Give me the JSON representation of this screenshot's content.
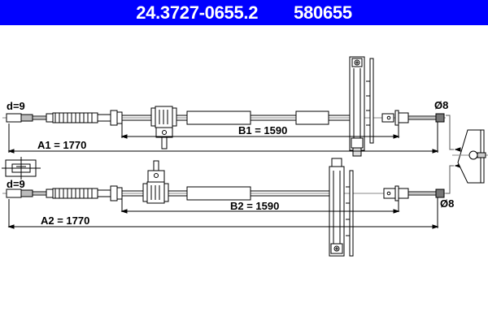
{
  "header": {
    "part_number": "24.3727-0655.2",
    "ref_number": "580655",
    "background_color": "#0000ff",
    "text_color": "#ffffff"
  },
  "cable_1": {
    "end_diameter_label": "d=9",
    "overall_length_label": "A1 = 1770",
    "sheath_length_label": "B1 = 1590",
    "nipple_diameter_label": "Ø8"
  },
  "cable_2": {
    "end_diameter_label": "d=9",
    "overall_length_label": "A2 = 1770",
    "sheath_length_label": "B2 = 1590",
    "nipple_diameter_label": "Ø8"
  },
  "icons": {
    "end_fitting_detail": "end-fitting-detail-icon",
    "lever_detail": "brake-lever-detail-icon"
  }
}
